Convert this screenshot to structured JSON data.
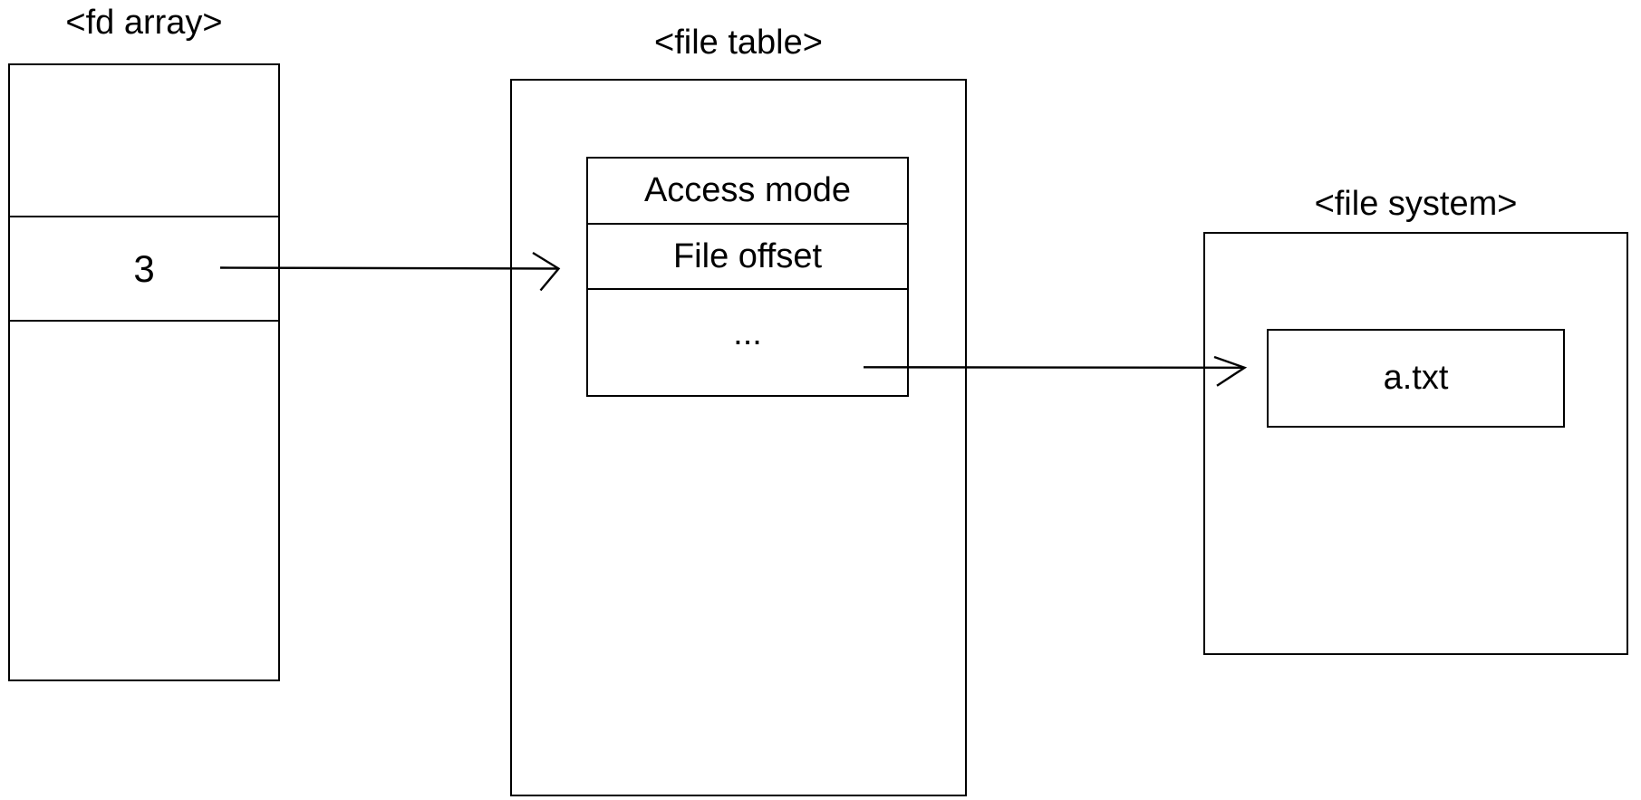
{
  "diagram": {
    "colors": {
      "ink": "#000000",
      "background": "#ffffff"
    },
    "fd_array": {
      "title": "<fd array>",
      "slots": [
        {
          "value": ""
        },
        {
          "value": "3"
        },
        {
          "value": ""
        }
      ]
    },
    "file_table": {
      "title": "<file table>",
      "entry_fields": [
        "Access mode",
        "File offset",
        "..."
      ]
    },
    "file_system": {
      "title": "<file system>",
      "file_name": "a.txt"
    },
    "connections": [
      {
        "from": "fd array slot with value 3",
        "to": "file table entry",
        "style": "open-arrow"
      },
      {
        "from": "file table entry",
        "to": "file system file a.txt",
        "style": "open-arrow"
      }
    ]
  }
}
